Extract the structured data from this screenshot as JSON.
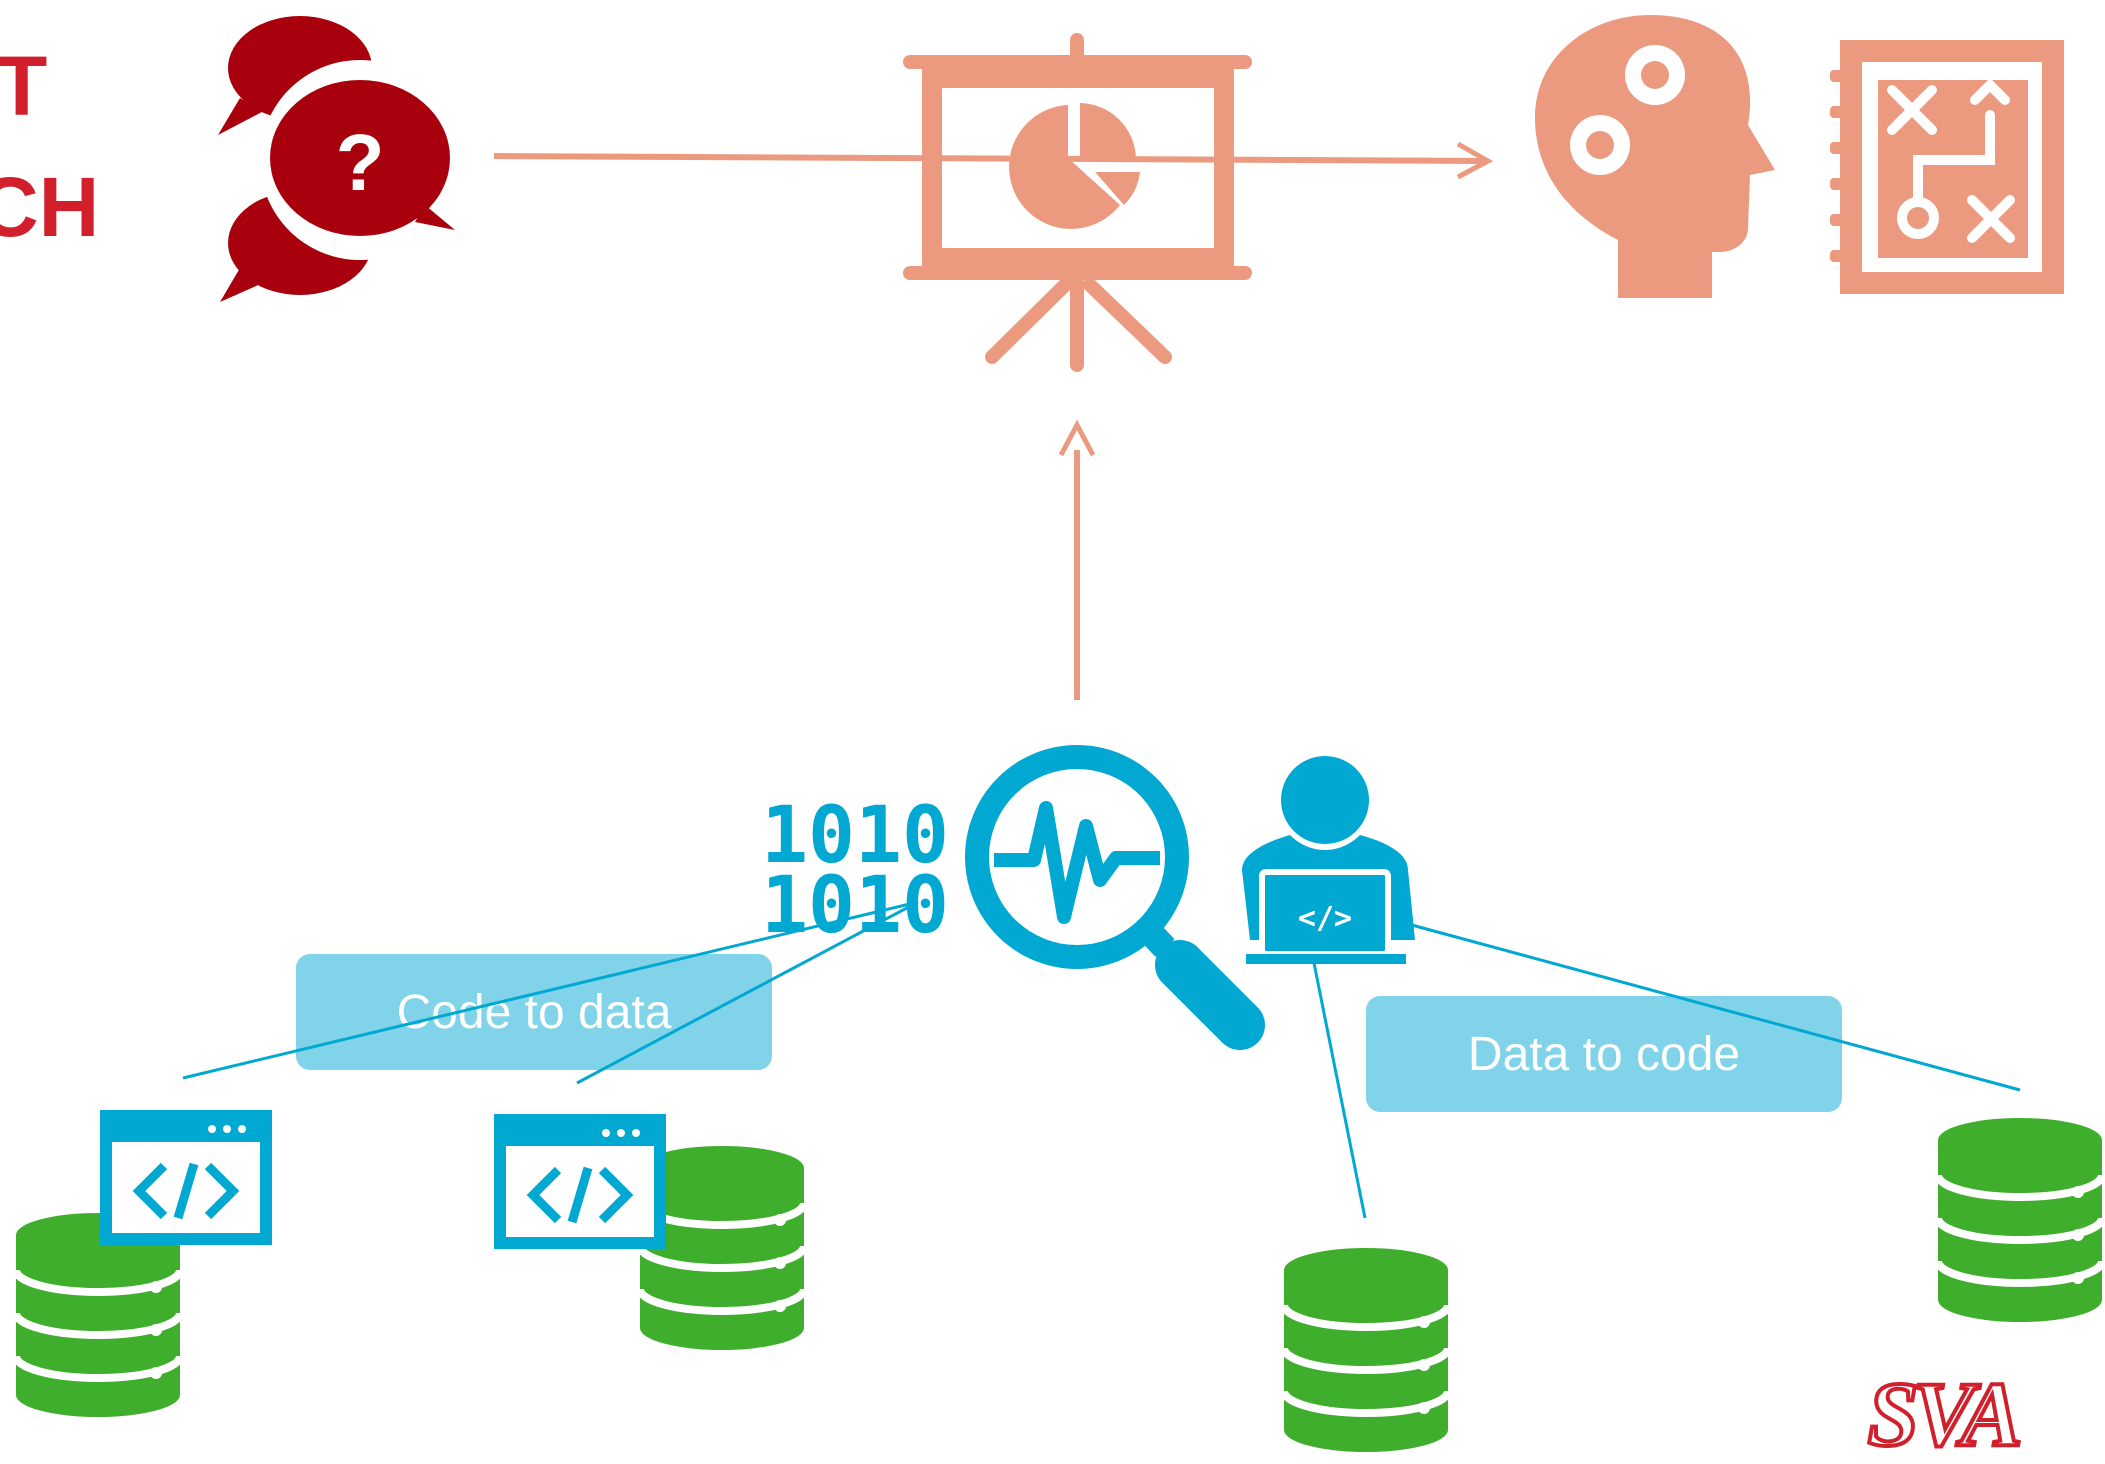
{
  "edge_text": {
    "line1": "T",
    "line2": "CH"
  },
  "labels": {
    "code_to_data": "Code to data",
    "data_to_code": "Data to code"
  },
  "logo": {
    "text": "SVA"
  },
  "binary": {
    "row1": "1010",
    "row2": "1010"
  },
  "colors": {
    "salmon": "#eb9a7f",
    "dark_red": "#a8000c",
    "blue": "#00a8d2",
    "light_blue": "#80d3e8",
    "green": "#40ae2d",
    "brand_red": "#d11f2c"
  },
  "icons": [
    "question-bubbles-icon",
    "presentation-board-icon",
    "pie-chart-icon",
    "head-gears-icon",
    "strategy-board-icon",
    "binary-icon",
    "magnifier-analytics-icon",
    "developer-laptop-icon",
    "code-window-icon",
    "database-icon",
    "svl-logo"
  ]
}
